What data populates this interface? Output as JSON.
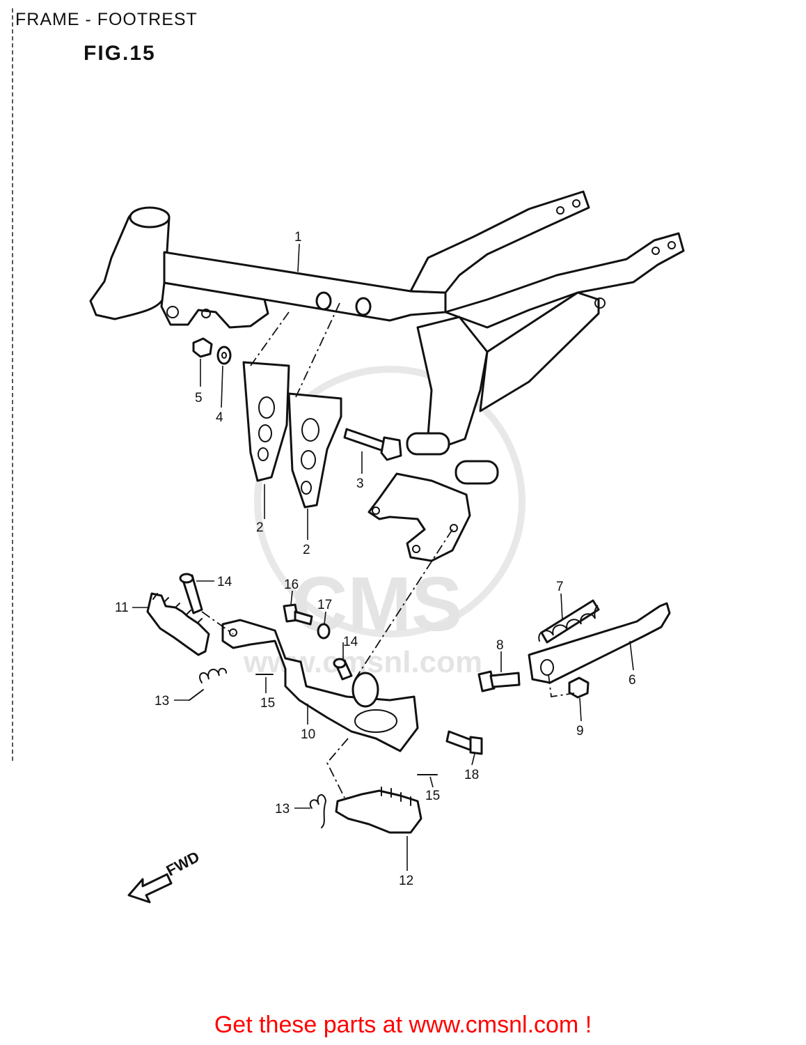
{
  "header": {
    "title": "FRAME - FOOTREST",
    "figure_label": "FIG.15"
  },
  "diagram": {
    "direction_label": "FWD",
    "watermark": {
      "brand": "CMS",
      "url": "www.cmsnl.com"
    },
    "callouts": {
      "frame": "1",
      "plate_left": "2",
      "plate_right": "2",
      "bolt_plate": "3",
      "washer": "4",
      "nut": "5",
      "side_stand": "6",
      "spring": "7",
      "bolt_stand": "8",
      "nut_stand": "9",
      "footrest_bracket": "10",
      "footrest_left": "11",
      "footrest_right": "12",
      "spring_left": "13",
      "spring_right": "13",
      "pin_left": "14",
      "pin_right": "14",
      "cotter_left": "15",
      "cotter_right": "15",
      "bolt_bracket": "16",
      "washer_bracket": "17",
      "bolt_bracket_lower": "18"
    }
  },
  "footer": {
    "text": "Get these parts at www.cmsnl.com !",
    "color": "#ff0000"
  }
}
